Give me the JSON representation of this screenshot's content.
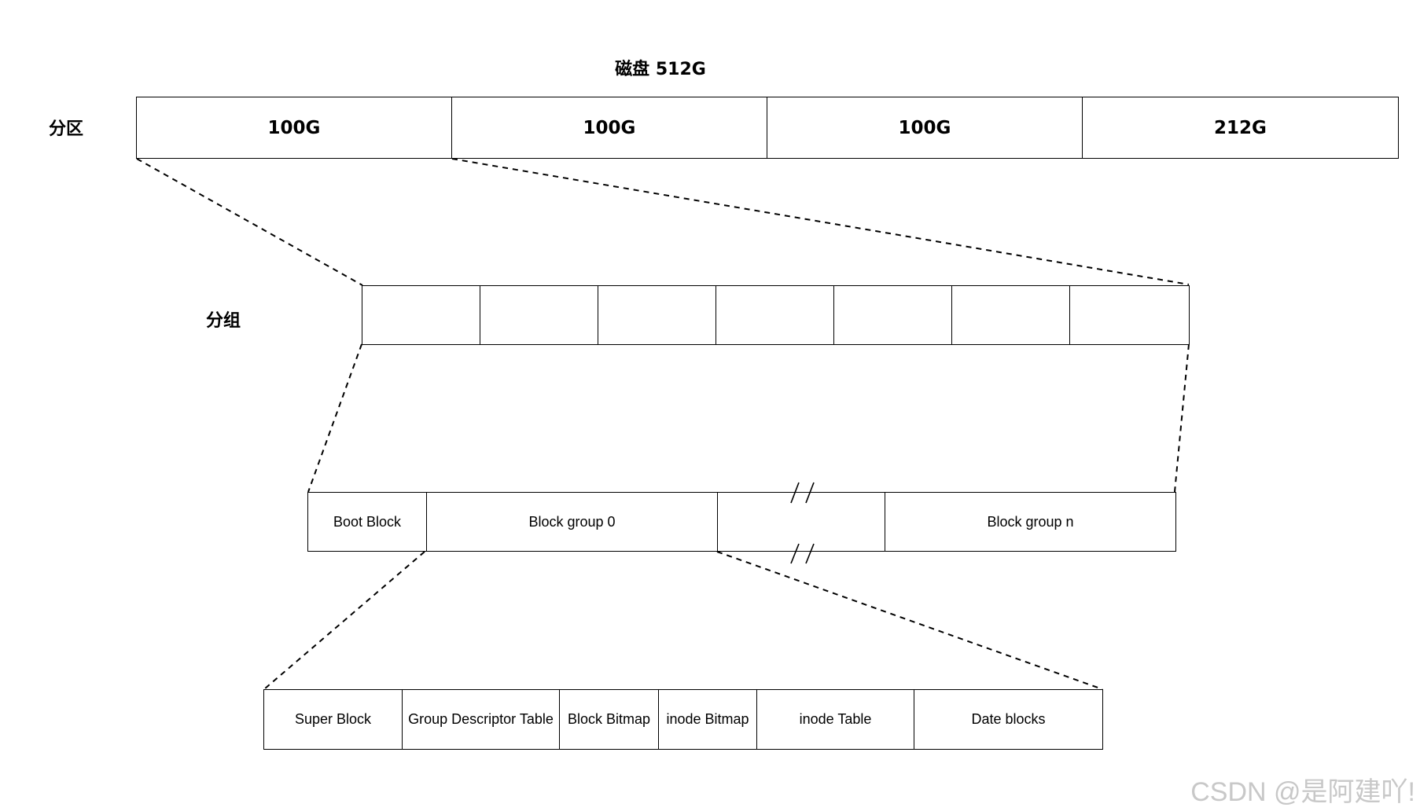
{
  "disk": {
    "title": "磁盘 512G"
  },
  "partition": {
    "label": "分区",
    "cells": [
      "100G",
      "100G",
      "100G",
      "212G"
    ]
  },
  "group": {
    "label": "分组",
    "cell_count": 7
  },
  "block_groups": {
    "cells": [
      "Boot Block",
      "Block group 0",
      "",
      "Block group n"
    ]
  },
  "group_detail": {
    "cells": [
      "Super Block",
      "Group Descriptor Table",
      "Block Bitmap",
      "inode Bitmap",
      "inode Table",
      "Date blocks"
    ]
  },
  "watermark": "CSDN @是阿建吖!"
}
